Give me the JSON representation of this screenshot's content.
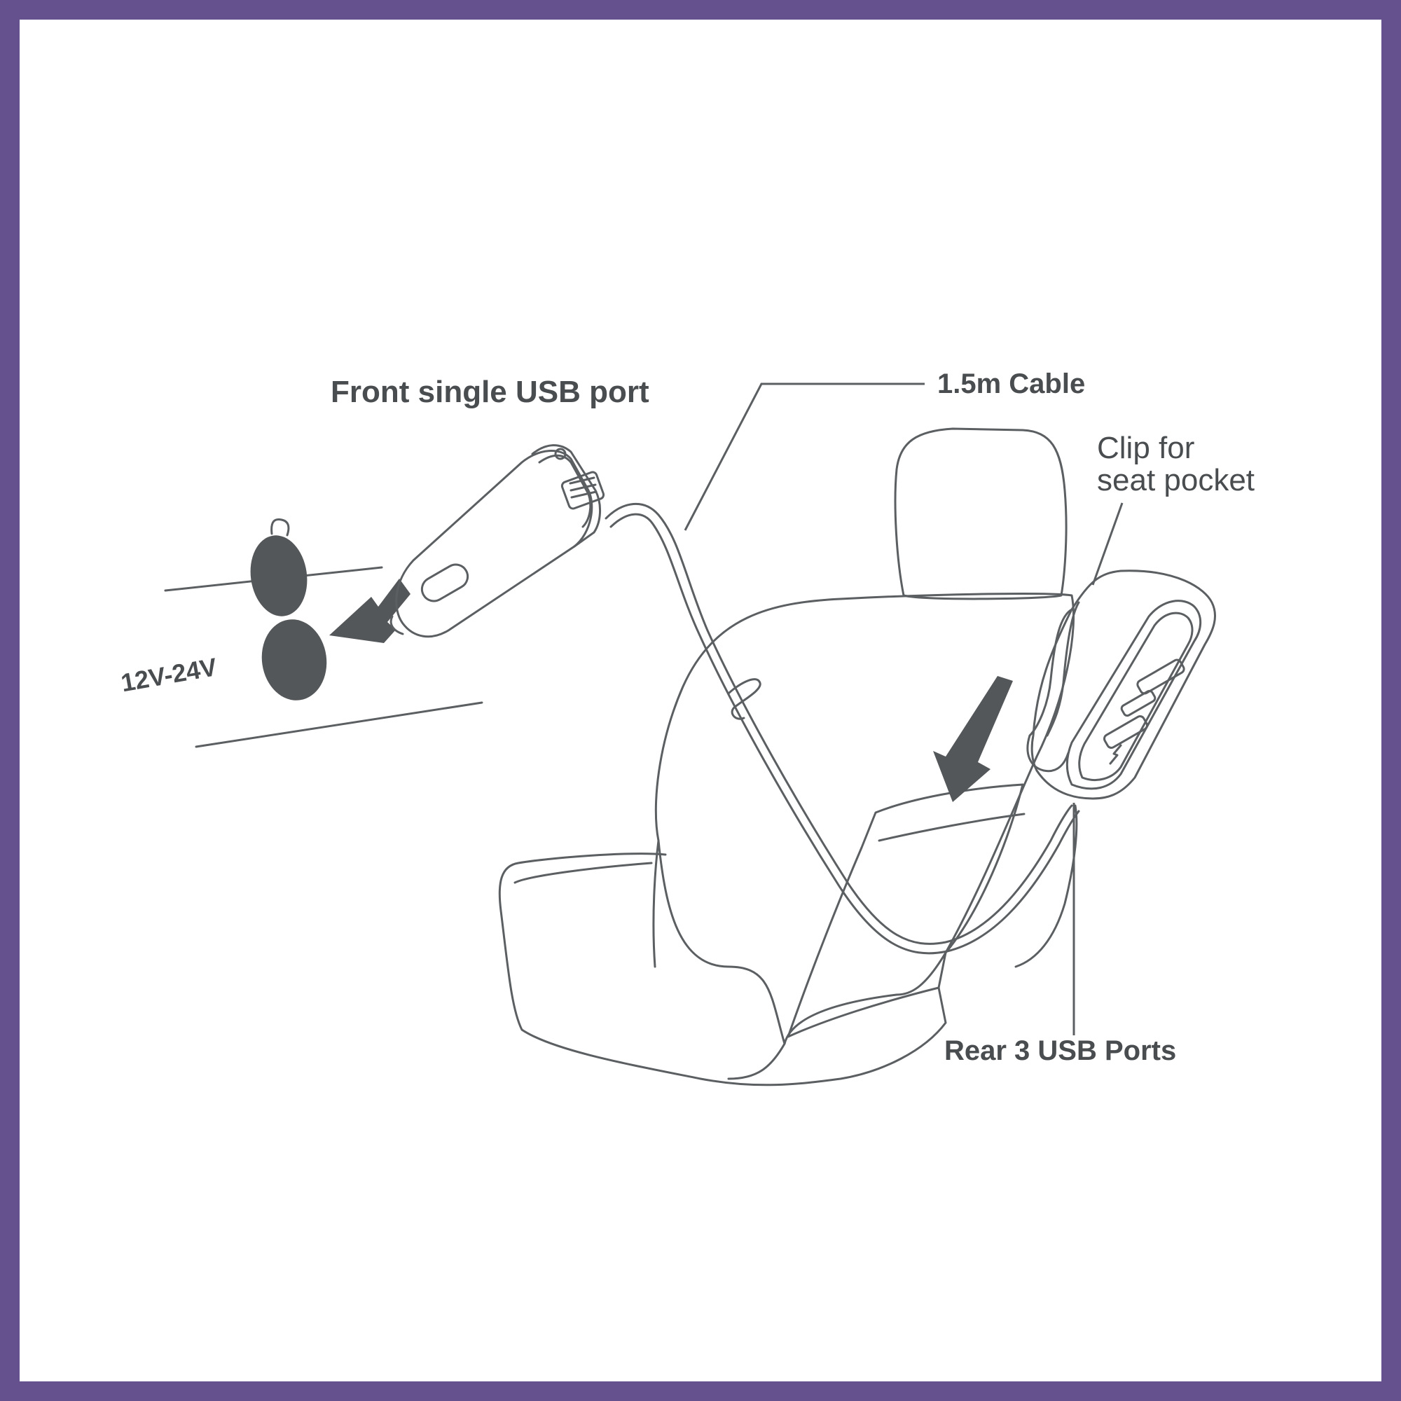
{
  "labels": {
    "front_port": "Front single USB port",
    "cable": "1.5m Cable",
    "clip_line1": "Clip for",
    "clip_line2": "seat pocket",
    "voltage": "12V-24V",
    "rear_ports": "Rear 3 USB Ports"
  },
  "colors": {
    "frame": "#66518f",
    "line": "#5b5f62",
    "fill_dark": "#545759",
    "text": "#4a4d4f"
  },
  "icons": [
    "car-charger-icon",
    "cigarette-socket-icon",
    "insert-arrow-icon",
    "car-seat-icon",
    "usb-hub-icon",
    "clip-icon"
  ]
}
